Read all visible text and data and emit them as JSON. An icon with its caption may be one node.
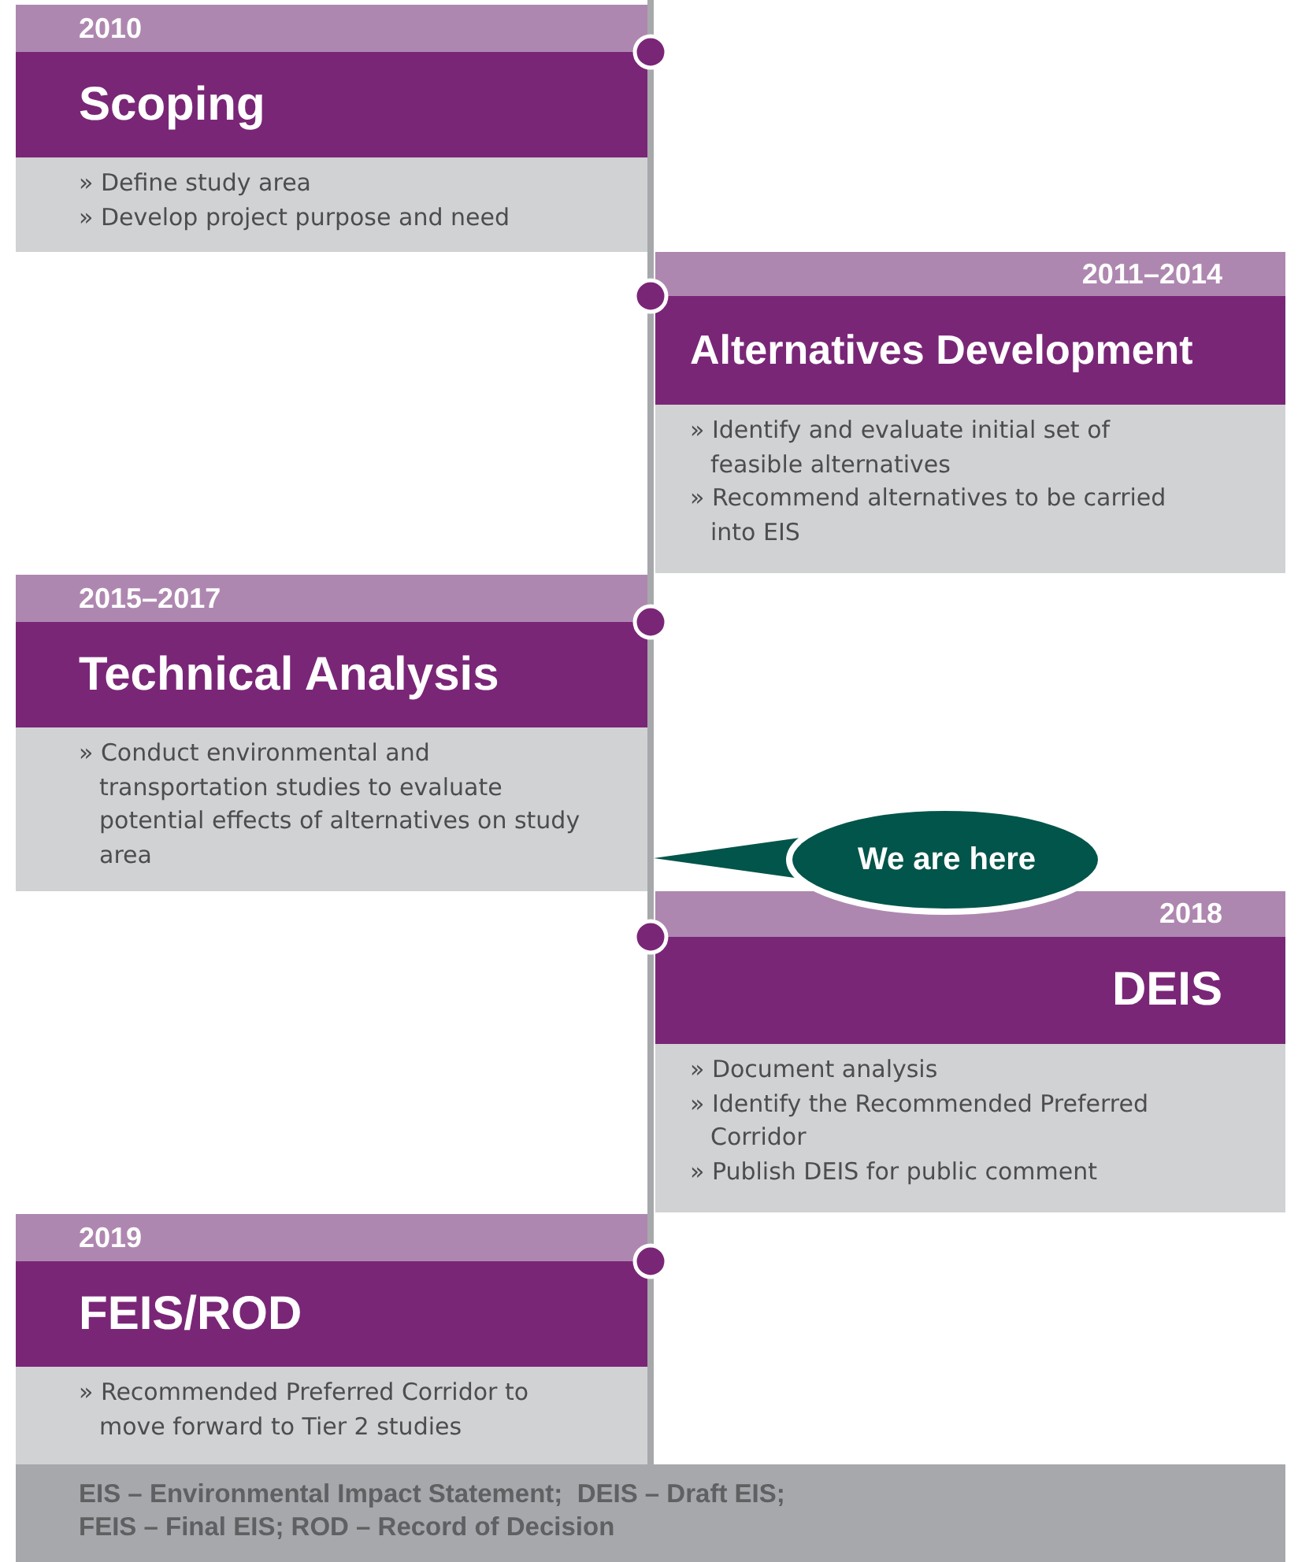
{
  "diagram": {
    "nodes": [
      {
        "text": [
          "2010",
          "Scoping",
          "» Define study area",
          "» Develop project purpose and need"
        ]
      },
      {
        "text": [
          "2011–2014",
          "Alternatives Development",
          "» Identify and evaluate initial set of feasible alternatives",
          "» Recommend alternatives to be carried into EIS"
        ]
      },
      {
        "text": [
          "2015–2017",
          "Technical Analysis",
          "» Conduct environmental and transportation studies to evaluate potential effects of alternatives on study area"
        ]
      },
      {
        "text": [
          "We are here"
        ]
      },
      {
        "text": [
          "2018",
          "DEIS",
          "» Document analysis",
          "» Identify the Recommended Preferred Corridor",
          "» Publish DEIS for public comment"
        ]
      },
      {
        "text": [
          "2019",
          "FEIS/ROD",
          "» Recommended Preferred Corridor to move forward to Tier 2 studies"
        ]
      },
      {
        "text": [
          "EIS – Environmental Impact Statement;  DEIS – Draft EIS;",
          "FEIS – Final EIS; ROD – Record of Decision"
        ]
      }
    ]
  }
}
